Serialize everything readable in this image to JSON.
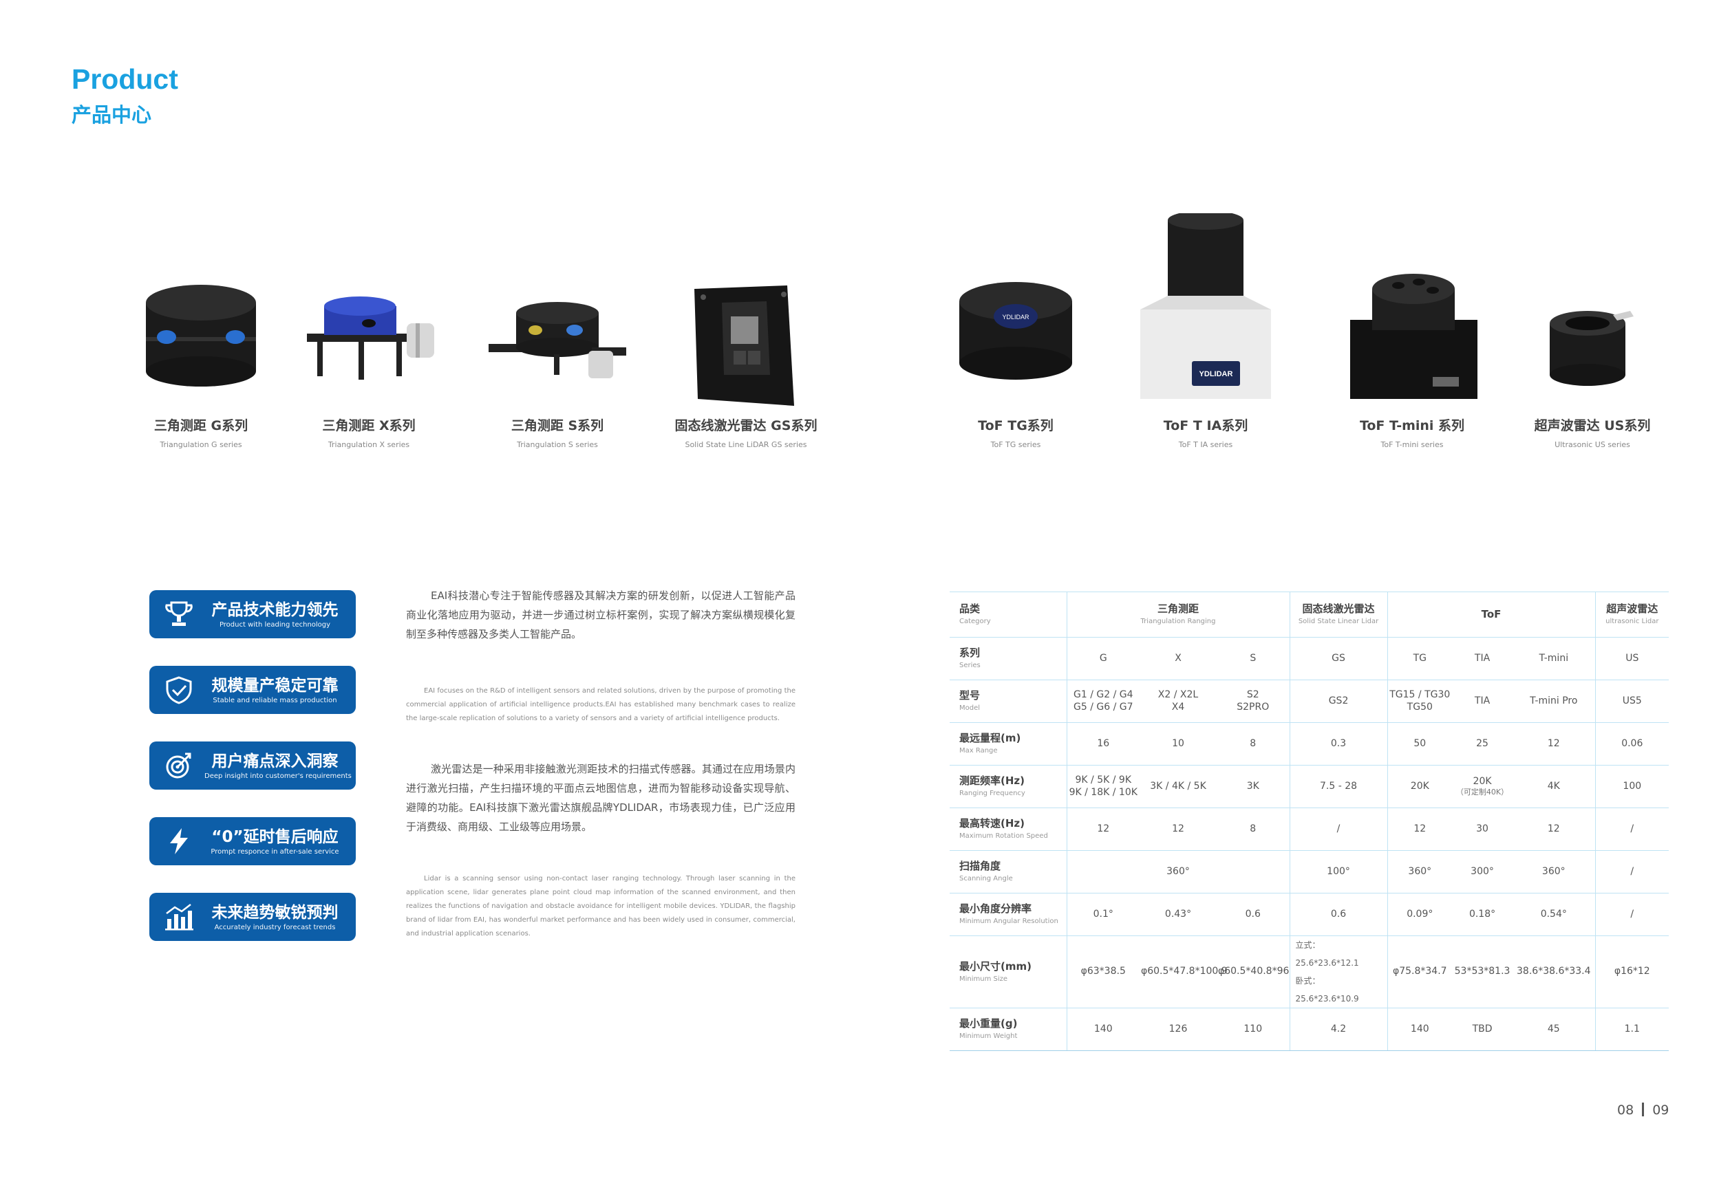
{
  "header": {
    "title_en": "Product",
    "title_cn": "产品中心"
  },
  "products": [
    {
      "name": "三角测距 G系列",
      "sub": "Triangulation G series"
    },
    {
      "name": "三角测距 X系列",
      "sub": "Triangulation X series"
    },
    {
      "name": "三角测距 S系列",
      "sub": "Triangulation S series"
    },
    {
      "name": "固态线激光雷达 GS系列",
      "sub": "Solid State Line LiDAR GS series"
    },
    {
      "name": "ToF TG系列",
      "sub": "ToF TG series"
    },
    {
      "name": "ToF T IA系列",
      "sub": "ToF T IA series"
    },
    {
      "name": "ToF T-mini 系列",
      "sub": "ToF T-mini series"
    },
    {
      "name": "超声波雷达 US系列",
      "sub": "Ultrasonic US series"
    }
  ],
  "product_labels": {
    "tg_logo": "YDLIDAR",
    "tia_logo": "YDLIDAR"
  },
  "features": [
    {
      "icon": "trophy-icon",
      "title": "产品技术能力领先",
      "sub": "Product with leading technology"
    },
    {
      "icon": "shield-check-icon",
      "title": "规模量产稳定可靠",
      "sub": "Stable and reliable mass production"
    },
    {
      "icon": "target-icon",
      "title": "用户痛点深入洞察",
      "sub": "Deep insight into customer's requirements"
    },
    {
      "icon": "lightning-icon",
      "title": "“0”延时售后响应",
      "sub": "Prompt responce in after-sale service"
    },
    {
      "icon": "bar-chart-icon",
      "title": "未来趋势敏锐预判",
      "sub": "Accurately industry forecast trends"
    }
  ],
  "paragraphs": {
    "p1_cn": "EAI科技潜心专注于智能传感器及其解决方案的研发创新，以促进人工智能产品商业化落地应用为驱动，并进一步通过树立标杆案例，实现了解决方案纵横规模化复制至多种传感器及多类人工智能产品。",
    "p1_en": "EAI focuses on the R&D of intelligent sensors and related solutions, driven by the purpose of promoting the commercial application of artificial intelligence products.EAI has established many benchmark cases to realize the large-scale replication of solutions to a variety of sensors and a variety of artificial intelligence products.",
    "p2_cn": "激光雷达是一种采用非接触激光测距技术的扫描式传感器。其通过在应用场景内进行激光扫描，产生扫描环境的平面点云地图信息，进而为智能移动设备实现导航、避障的功能。EAI科技旗下激光雷达旗舰品牌YDLIDAR，市场表现力佳，已广泛应用于消费级、商用级、工业级等应用场景。",
    "p2_en": "Lidar is a scanning sensor using non-contact laser ranging technology. Through laser scanning in the application scene, lidar generates plane point cloud map information of the scanned environment, and then realizes the functions of navigation and obstacle avoidance for intelligent mobile devices. YDLIDAR, the flagship brand of lidar from EAI, has wonderful market performance and has been widely used in consumer, commercial, and industrial application scenarios."
  },
  "table": {
    "category": {
      "cn": "品类",
      "en": "Category"
    },
    "cat_tri": {
      "cn": "三角测距",
      "en": "Triangulation Ranging"
    },
    "cat_gs": {
      "cn": "固态线激光雷达",
      "en": "Solid State Linear Lidar"
    },
    "cat_tof": {
      "cn": "ToF"
    },
    "cat_us": {
      "cn": "超声波雷达",
      "en": "ultrasonic Lidar"
    },
    "series": {
      "cn": "系列",
      "en": "Series",
      "vals": [
        "G",
        "X",
        "S",
        "GS",
        "TG",
        "TIA",
        "T-mini",
        "US"
      ]
    },
    "model": {
      "cn": "型号",
      "en": "Model",
      "g": [
        "G1 / G2 / G4",
        "G5 / G6 / G7"
      ],
      "x": [
        "X2 / X2L",
        "X4"
      ],
      "s": [
        "S2",
        "S2PRO"
      ],
      "gs": "GS2",
      "tg": [
        "TG15 / TG30",
        "TG50"
      ],
      "tia": "TIA",
      "tmini": "T-mini Pro",
      "us": "US5"
    },
    "range": {
      "cn": "最远量程(m)",
      "en": "Max Range",
      "vals": [
        "16",
        "10",
        "8",
        "0.3",
        "50",
        "25",
        "12",
        "0.06"
      ]
    },
    "freq": {
      "cn": "测距频率(Hz)",
      "en": "Ranging Frequency",
      "g": [
        "9K / 5K / 9K",
        "9K / 18K / 10K"
      ],
      "x": "3K / 4K / 5K",
      "s": "3K",
      "gs": "7.5 - 28",
      "tg": "20K",
      "tia": "20K",
      "tia_note": "（可定制40K）",
      "tmini": "4K",
      "us": "100"
    },
    "speed": {
      "cn": "最高转速(Hz)",
      "en": "Maximum Rotation Speed",
      "vals": [
        "12",
        "12",
        "8",
        "/",
        "12",
        "30",
        "12",
        "/"
      ]
    },
    "angle": {
      "cn": "扫描角度",
      "en": "Scanning Angle",
      "tri": "360°",
      "gs": "100°",
      "tg": "360°",
      "tia": "300°",
      "tmini": "360°",
      "us": "/"
    },
    "resolution": {
      "cn": "最小角度分辨率",
      "en": "Minimum Angular Resolution",
      "vals": [
        "0.1°",
        "0.43°",
        "0.6",
        "0.6",
        "0.09°",
        "0.18°",
        "0.54°",
        "/"
      ]
    },
    "size": {
      "cn": "最小尺寸(mm)",
      "en": "Minimum Size",
      "g": "φ63*38.5",
      "x": "φ60.5*47.8*100.9",
      "s": "φ60.5*40.8*96",
      "gs": [
        "立式：  25.6*23.6*12.1",
        "卧式：  25.6*23.6*10.9"
      ],
      "tg": "φ75.8*34.7",
      "tia": "53*53*81.3",
      "tmini": "38.6*38.6*33.4",
      "us": "φ16*12"
    },
    "weight": {
      "cn": "最小重量(g)",
      "en": "Minimum Weight",
      "vals": [
        "140",
        "126",
        "110",
        "4.2",
        "140",
        "TBD",
        "45",
        "1.1"
      ]
    }
  },
  "page": {
    "left": "08",
    "right": "09"
  }
}
